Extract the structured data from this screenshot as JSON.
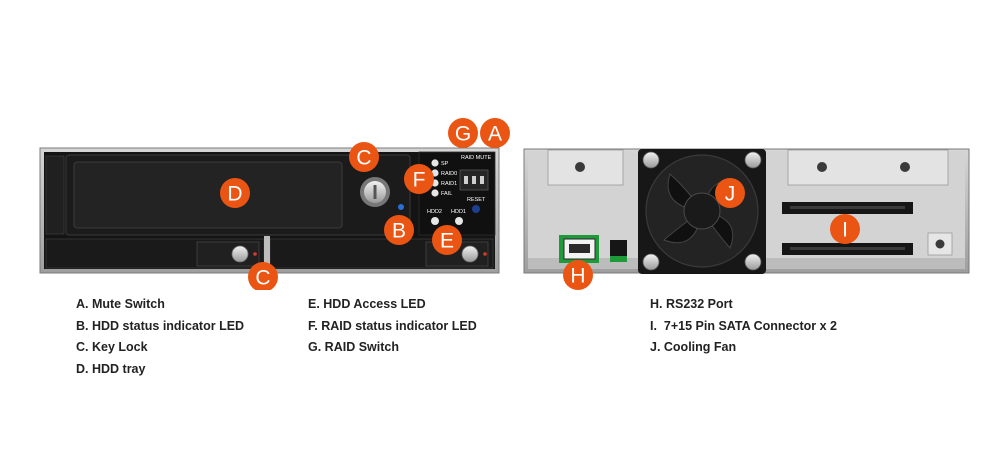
{
  "front_panel": {
    "raid_mute_label": "RAID MUTE",
    "reset_label": "RESET",
    "led_labels": [
      "SP",
      "RAID0",
      "RAID1",
      "FAIL"
    ],
    "hdd2_label": "HDD2",
    "hdd1_label": "HDD1"
  },
  "callouts": {
    "front": [
      "G",
      "A",
      "C",
      "F",
      "D",
      "B",
      "E",
      "C"
    ],
    "rear": [
      "J",
      "I",
      "H"
    ]
  },
  "legend": {
    "col1": [
      "A. Mute Switch",
      "B. HDD status indicator LED",
      "C. Key Lock",
      "D. HDD tray"
    ],
    "col2": [
      "E. HDD Access LED",
      "F. RAID status indicator LED",
      "G. RAID Switch"
    ],
    "col3": [
      "H. RS232 Port",
      "I.  7+15 Pin SATA Connector x 2",
      "J. Cooling Fan"
    ]
  },
  "colors": {
    "callout": "#ea5514",
    "housing": "#b9b9b9",
    "panel": "#141414",
    "rear_plate": "#d3d3d3",
    "connector_green": "#1f9a3a",
    "led_blue": "#2a6fd8"
  }
}
